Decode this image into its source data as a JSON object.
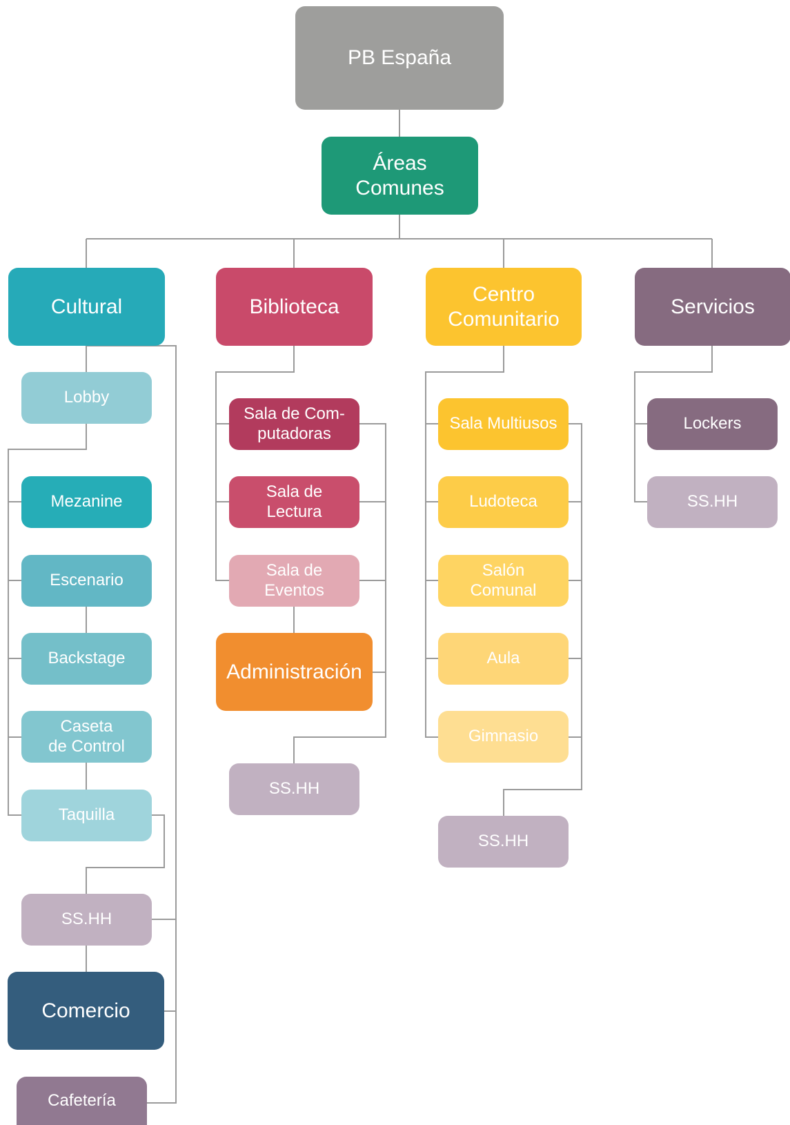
{
  "root": {
    "label": "PB España",
    "color": "#9e9e9c"
  },
  "level1": {
    "label": "Áreas\nComunes",
    "color": "#1e9977"
  },
  "cultural": {
    "label": "Cultural",
    "color": "#26aab8",
    "items": [
      {
        "label": "Lobby",
        "color": "#92ccd5"
      },
      {
        "label": "Mezanine",
        "color": "#26adb7"
      },
      {
        "label": "Escenario",
        "color": "#62b7c5"
      },
      {
        "label": "Backstage",
        "color": "#74bfc9"
      },
      {
        "label": "Caseta\nde Control",
        "color": "#82c6cf"
      },
      {
        "label": "Taquilla",
        "color": "#9fd4dc"
      },
      {
        "label": "SS.HH",
        "color": "#c1b1c1"
      },
      {
        "label": "Comercio",
        "color": "#345d7d"
      },
      {
        "label": "Cafetería",
        "color": "#917991"
      }
    ]
  },
  "biblioteca": {
    "label": "Biblioteca",
    "color": "#c94a6a",
    "items": [
      {
        "label": "Sala de Com-\nputadoras",
        "color": "#b23b5d"
      },
      {
        "label": "Sala de\nLectura",
        "color": "#c94e6c"
      },
      {
        "label": "Sala de\nEventos",
        "color": "#e2a9b3"
      },
      {
        "label": "Administración",
        "color": "#f18e2f"
      },
      {
        "label": "SS.HH",
        "color": "#c1b1c1"
      }
    ]
  },
  "centro": {
    "label": "Centro\nComunitario",
    "color": "#fcc42f",
    "items": [
      {
        "label": "Sala Multiusos",
        "color": "#fcc42f"
      },
      {
        "label": "Ludoteca",
        "color": "#fdcc48"
      },
      {
        "label": "Salón\nComunal",
        "color": "#fed462"
      },
      {
        "label": "Aula",
        "color": "#fed677"
      },
      {
        "label": "Gimnasio",
        "color": "#fede92"
      },
      {
        "label": "SS.HH",
        "color": "#c1b1c1"
      }
    ]
  },
  "servicios": {
    "label": "Servicios",
    "color": "#866b80",
    "items": [
      {
        "label": "Lockers",
        "color": "#866b80"
      },
      {
        "label": "SS.HH",
        "color": "#c1b1c1"
      }
    ]
  }
}
